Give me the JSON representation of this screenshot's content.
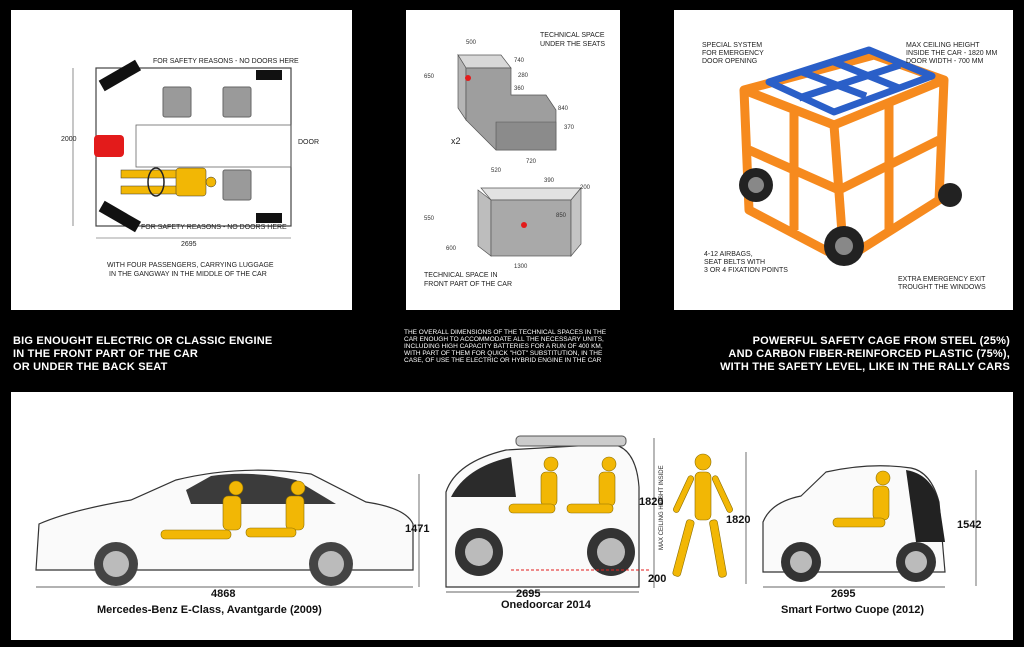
{
  "panel1": {
    "note_top": "FOR SAFETY REASONS - NO DOORS HERE",
    "note_bottom": "FOR SAFETY REASONS - NO DOORS HERE",
    "door_label": "DOOR",
    "dim_length": "2695",
    "dim_width": "2000",
    "caption": [
      "WITH FOUR PASSENGERS, CARRYING LUGGAGE",
      "IN THE GANGWAY IN THE MIDDLE OF THE CAR"
    ]
  },
  "panel2": {
    "label_seats": [
      "TECHNICAL SPACE",
      "UNDER THE SEATS"
    ],
    "label_front": [
      "TECHNICAL SPACE IN",
      "FRONT PART OF THE CAR"
    ],
    "multiplier": "x2",
    "dims_top": [
      "500",
      "740",
      "650",
      "280",
      "360",
      "840",
      "370",
      "720"
    ],
    "dims_bottom": [
      "520",
      "390",
      "200",
      "550",
      "850",
      "600",
      "1300"
    ]
  },
  "panel3": {
    "label_special": [
      "SPECIAL SYSTEM",
      "FOR EMERGENCY",
      "DOOR OPENING"
    ],
    "label_ceiling": [
      "MAX CEILING HEIGHT",
      "INSIDE THE CAR - 1820 MM",
      "DOOR WIDTH - 700 MM"
    ],
    "label_airbags": [
      "4-12 AIRBAGS,",
      "SEAT BELTS WITH",
      "3 OR 4 FIXATION POINTS"
    ],
    "label_exit": [
      "EXTRA EMERGENCY EXIT",
      "TROUGHT THE WINDOWS"
    ],
    "colors": {
      "cage_steel": "#f68a1e",
      "cage_carbon": "#2a5fc8"
    }
  },
  "captions": {
    "left": [
      "BIG ENOUGHT ELECTRIC OR CLASSIC ENGINE",
      "IN THE FRONT PART OF THE CAR",
      "OR UNDER THE BACK SEAT"
    ],
    "middle": [
      "THE OVERALL DIMENSIONS OF THE TECHNICAL SPACES IN THE",
      "CAR ENOUGH TO ACCOMMODATE ALL THE NECESSARY UNITS,",
      "INCLUDING HIGH CAPACITY BATTERIES FOR A RUN OF 400 KM,",
      "WITH PART OF THEM FOR QUICK \"HOT\" SUBSTITUTION, IN THE",
      "CASE, OF USE THE ELECTRIC OR HYBRID ENGINE IN THE CAR"
    ],
    "right": [
      "POWERFUL SAFETY CAGE FROM STEEL (25%)",
      "AND CARBON FIBER-REINFORCED PLASTIC (75%),",
      "WITH THE SAFETY LEVEL, LIKE IN THE RALLY CARS"
    ]
  },
  "comparison": {
    "mercedes": {
      "length": "4868",
      "height": "1471",
      "name": "Mercedes-Benz E-Class, Avantgarde (2009)"
    },
    "onedoor": {
      "length": "2695",
      "height": "1820",
      "ground": "200",
      "ceiling_label": "MAX CEILING HEIGHT INSIDE",
      "name": "Onedoorcar 2014"
    },
    "person": {
      "height": "1820"
    },
    "smart": {
      "length": "2695",
      "height": "1542",
      "name": "Smart Fortwo Cuope (2012)"
    }
  }
}
